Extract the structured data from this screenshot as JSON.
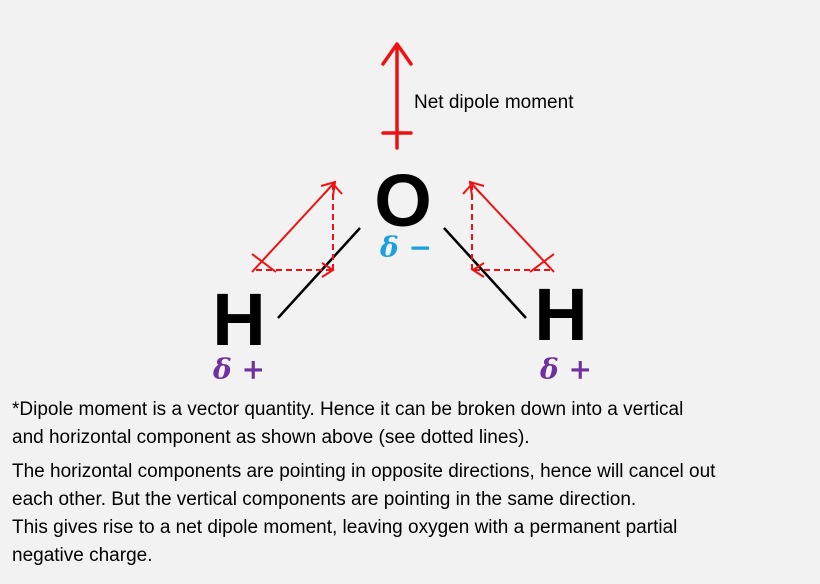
{
  "diagram": {
    "net_label": "Net dipole moment",
    "atoms": {
      "oxygen": "O",
      "hydrogen_left": "H",
      "hydrogen_right": "H"
    },
    "charges": {
      "oxygen": "δ −",
      "hydrogen_left": "δ +",
      "hydrogen_right": "δ +"
    },
    "colors": {
      "arrow": "#ee1111",
      "bond": "#000000",
      "oxygen_charge": "#1aa0e0",
      "hydrogen_charge": "#7030a0",
      "background": "#f2f2f2"
    }
  },
  "notes": {
    "p1_line1": "*Dipole moment is a vector quantity. Hence it can be broken down into a vertical",
    "p1_line2": "and horizontal component as shown above (see dotted lines).",
    "p2_line1": "The horizontal components are pointing in opposite  directions, hence will cancel out",
    "p2_line2": "each other. But the vertical components are pointing in the same direction.",
    "p2_line3": "This gives rise to a net dipole moment, leaving oxygen with a permanent partial",
    "p2_line4": "negative charge."
  }
}
